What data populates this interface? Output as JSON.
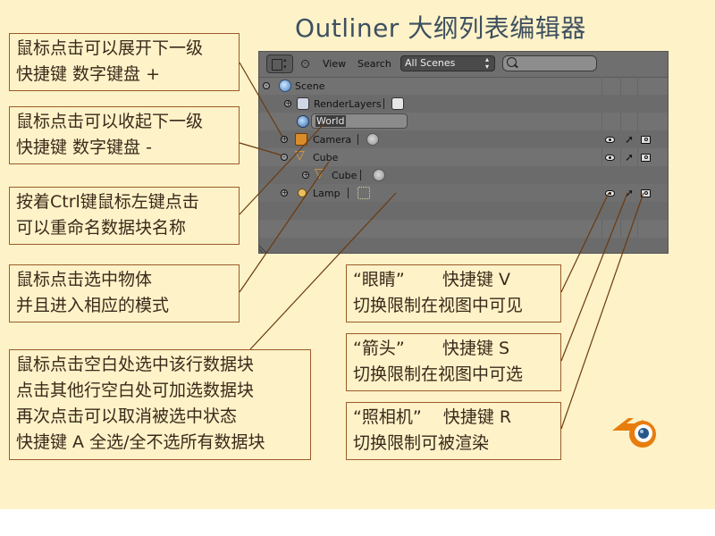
{
  "title": "Outliner 大纲列表编辑器",
  "callouts": {
    "expand": [
      "鼠标点击可以展开下一级",
      "快捷键 数字键盘 +"
    ],
    "collapse": [
      "鼠标点击可以收起下一级",
      "快捷键 数字键盘 -"
    ],
    "rename": [
      "按着Ctrl键鼠标左键点击",
      "可以重命名数据块名称"
    ],
    "select_object": [
      "鼠标点击选中物体",
      "并且进入相应的模式"
    ],
    "select_row": [
      "鼠标点击空白处选中该行数据块",
      "点击其他行空白处可加选数据块",
      "再次点击可以取消被选中状态",
      "快捷键 A 全选/全不选所有数据块"
    ],
    "eye": [
      "“眼睛”       快捷键 V",
      "切换限制在视图中可见"
    ],
    "arrow": [
      "“箭头”       快捷键 S",
      "切换限制在视图中可选"
    ],
    "camera": [
      "“照相机”    快捷键 R",
      "切换限制可被渲染"
    ]
  },
  "header": {
    "view_label": "View",
    "search_label": "Search",
    "scene_select_value": "All Scenes"
  },
  "tree": {
    "scene": "Scene",
    "renderlayers": "RenderLayers",
    "world_rename_value": "World",
    "camera": "Camera",
    "cube": "Cube",
    "cube_mesh": "Cube",
    "lamp": "Lamp"
  },
  "colors": {
    "background": "#fdf2c8",
    "callout_border": "#9b5b2b",
    "leader_line": "#6b3a10",
    "title": "#3d4f5f",
    "panel": "#727272"
  },
  "icons": [
    "editor-type-icon",
    "scene-icon",
    "renderlayers-icon",
    "world-icon",
    "camera-icon",
    "mesh-icon",
    "lamp-icon",
    "eye-icon",
    "restrict-select-icon",
    "restrict-render-icon",
    "blender-logo"
  ]
}
